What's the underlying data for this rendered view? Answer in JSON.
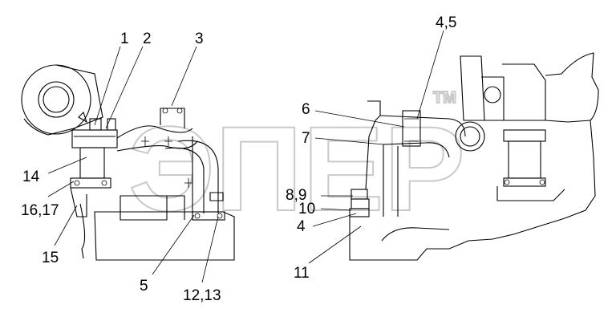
{
  "labels": {
    "l1": "1",
    "l2": "2",
    "l3": "3",
    "l45": "4,5",
    "l6": "6",
    "l7": "7",
    "l89": "8,9",
    "l10": "10",
    "l4": "4",
    "l11": "11",
    "l14": "14",
    "l1617": "16,17",
    "l15": "15",
    "l5": "5",
    "l1213": "12,13"
  },
  "watermark": {
    "text": "ЭПЕР",
    "tm": "TM"
  },
  "colors": {
    "line": "#000000",
    "watermark": "#c9c9c9",
    "background": "#ffffff"
  }
}
